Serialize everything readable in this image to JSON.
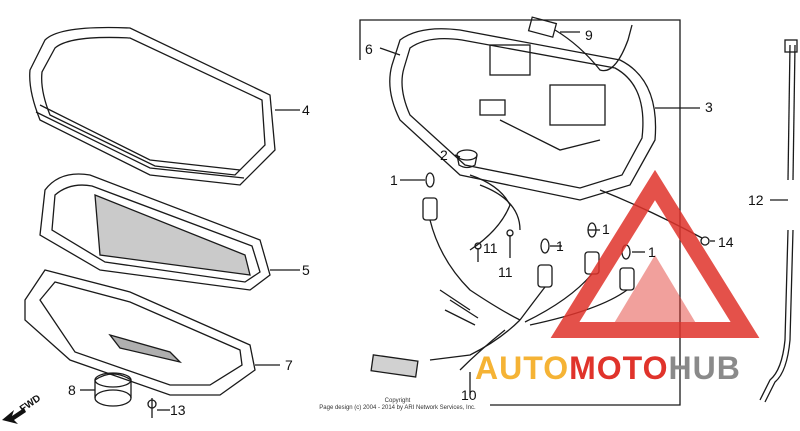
{
  "callouts": {
    "c1a": "1",
    "c1b": "1",
    "c1c": "1",
    "c1d": "1",
    "c2": "2",
    "c3": "3",
    "c4": "4",
    "c5": "5",
    "c6": "6",
    "c7": "7",
    "c8": "8",
    "c9": "9",
    "c10": "10",
    "c11a": "11",
    "c11b": "11",
    "c12": "12",
    "c13": "13",
    "c14": "14"
  },
  "fwd_label": "FWD",
  "copyright_line1": "Copyright",
  "copyright_line2": "Page design (c) 2004 - 2014 by ARI Network Services, Inc.",
  "watermark": {
    "part1": "AUTO",
    "part2": "MOTO",
    "part3": "HUB",
    "color_orange": "#f5b335",
    "color_red": "#e0332b",
    "color_grey": "#8a8a8a"
  }
}
